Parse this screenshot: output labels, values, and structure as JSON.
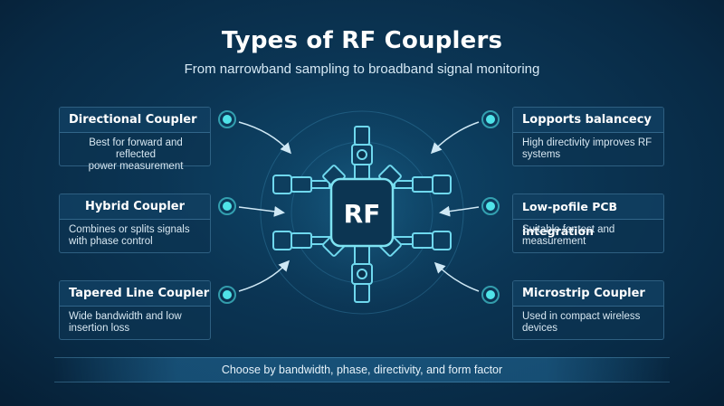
{
  "title": "Types of RF Couplers",
  "subtitle": "From narrowband sampling to broadband signal monitoring",
  "center_label": "RF",
  "accent_color": "#4fe3e8",
  "cards": {
    "left_top": {
      "title": "Directional Coupler",
      "desc_1": "Best for forward and reflected",
      "desc_2": "power measurement"
    },
    "left_mid": {
      "title": "Hybrid Coupler",
      "desc_1": "Combines or splits signals",
      "desc_2": "with phase control"
    },
    "left_bot": {
      "title": "Tapered Line Coupler",
      "desc_1": "Wide bandwidth and low",
      "desc_2": "insertion loss"
    },
    "right_top": {
      "title": "Lopports balancecy",
      "desc_1": "High directivity improves RF",
      "desc_2": "systems"
    },
    "right_mid": {
      "title": "Low-pofile PCB integration",
      "desc_1": "Suitable for test and",
      "desc_2": "measurement"
    },
    "right_bot": {
      "title": "Microstrip Coupler",
      "desc_1": "Used in compact wireless",
      "desc_2": "devices"
    }
  },
  "footer": "Choose by bandwidth, phase, directivity, and form factor"
}
